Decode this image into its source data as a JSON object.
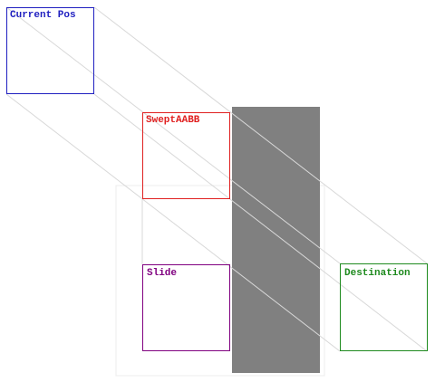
{
  "labels": {
    "current": "Current Pos",
    "swept": "SweptAABB",
    "slide": "Slide",
    "destination": "Destination"
  },
  "colors": {
    "current": "#1f1fc0",
    "swept": "#e02020",
    "slide": "#800080",
    "destination": "#1e8a1e",
    "obstacle": "#808080",
    "trace": "#d8d8d8",
    "faint": "#ececec"
  }
}
